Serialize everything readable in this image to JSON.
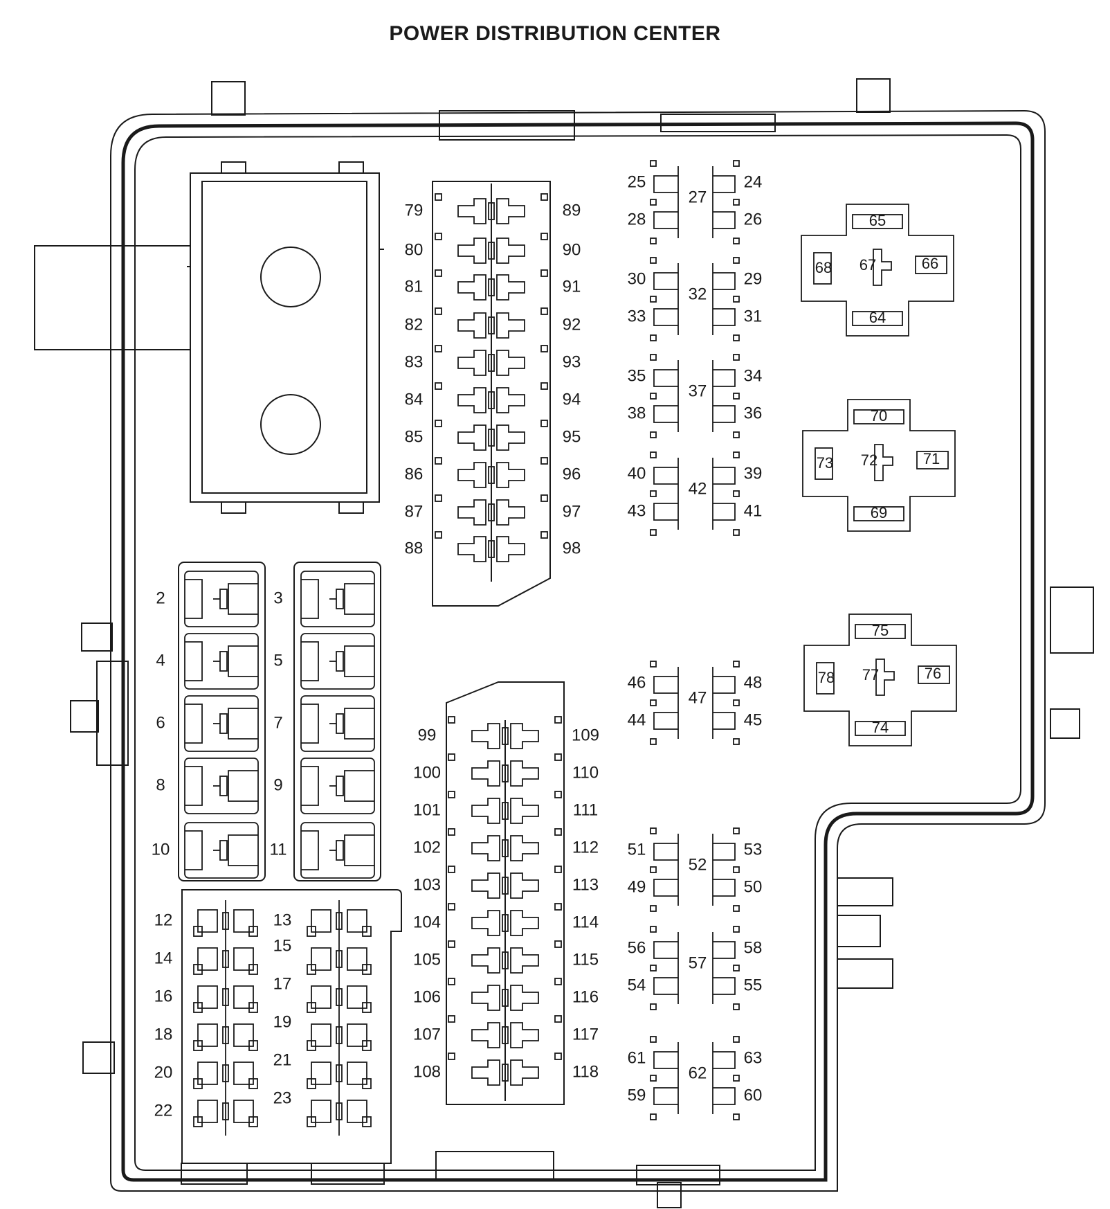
{
  "title": "POWER DISTRIBUTION CENTER",
  "colors": {
    "stroke": "#1a1a1a",
    "background": "#ffffff"
  },
  "fuses": {
    "left_col": [
      "79",
      "80",
      "81",
      "82",
      "83",
      "84",
      "85",
      "86",
      "87",
      "88"
    ],
    "right_col": [
      "89",
      "90",
      "91",
      "92",
      "93",
      "94",
      "95",
      "96",
      "97",
      "98"
    ],
    "lower_left_col": [
      "99",
      "100",
      "101",
      "102",
      "103",
      "104",
      "105",
      "106",
      "107",
      "108"
    ],
    "lower_right_col": [
      "109",
      "110",
      "111",
      "112",
      "113",
      "114",
      "115",
      "116",
      "117",
      "118"
    ]
  },
  "cartridge_fuses": {
    "left": [
      "2",
      "4",
      "6",
      "8",
      "10"
    ],
    "right": [
      "3",
      "5",
      "7",
      "9",
      "11"
    ]
  },
  "mini_fuses": {
    "left": [
      "12",
      "14",
      "16",
      "18",
      "20",
      "22"
    ],
    "right": [
      "13",
      "15",
      "17",
      "19",
      "21",
      "23"
    ]
  },
  "relay_groups_upper": [
    {
      "center": "27",
      "left_top": "25",
      "left_bottom": "28",
      "right_top": "24",
      "right_bottom": "26"
    },
    {
      "center": "32",
      "left_top": "30",
      "left_bottom": "33",
      "right_top": "29",
      "right_bottom": "31"
    },
    {
      "center": "37",
      "left_top": "35",
      "left_bottom": "38",
      "right_top": "34",
      "right_bottom": "36"
    },
    {
      "center": "42",
      "left_top": "40",
      "left_bottom": "43",
      "right_top": "39",
      "right_bottom": "41"
    }
  ],
  "relay_groups_lower": [
    {
      "center": "47",
      "left_top": "46",
      "left_bottom": "44",
      "right_top": "48",
      "right_bottom": "45"
    },
    {
      "center": "52",
      "left_top": "51",
      "left_bottom": "49",
      "right_top": "53",
      "right_bottom": "50"
    },
    {
      "center": "57",
      "left_top": "56",
      "left_bottom": "54",
      "right_top": "58",
      "right_bottom": "55"
    },
    {
      "center": "62",
      "left_top": "61",
      "left_bottom": "59",
      "right_top": "63",
      "right_bottom": "60"
    }
  ],
  "cross_relays": [
    {
      "top": "65",
      "left": "68",
      "center": "67",
      "right": "66",
      "bottom": "64"
    },
    {
      "top": "70",
      "left": "73",
      "center": "72",
      "right": "71",
      "bottom": "69"
    },
    {
      "top": "75",
      "left": "78",
      "center": "77",
      "right": "76",
      "bottom": "74"
    }
  ]
}
